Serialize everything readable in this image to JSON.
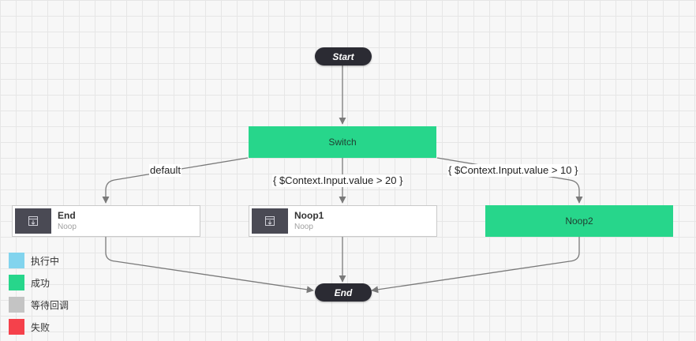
{
  "nodes": {
    "start": {
      "label": "Start"
    },
    "switch": {
      "label": "Switch"
    },
    "end_task": {
      "title": "End",
      "type": "Noop"
    },
    "noop1": {
      "title": "Noop1",
      "type": "Noop"
    },
    "noop2": {
      "label": "Noop2"
    },
    "end": {
      "label": "End"
    }
  },
  "edges": {
    "default_label": "default",
    "cond_20": "{ $Context.Input.value > 20 }",
    "cond_10": "{ $Context.Input.value > 10 }"
  },
  "legend": [
    {
      "label": "执行中",
      "color": "#82d4ee"
    },
    {
      "label": "成功",
      "color": "#27d68b"
    },
    {
      "label": "等待回调",
      "color": "#c4c4c4"
    },
    {
      "label": "失败",
      "color": "#f5414b"
    }
  ],
  "colors": {
    "success": "#27d68b",
    "terminal": "#2b2b33",
    "edge": "#7a7a7a"
  },
  "icons": {
    "task": "task-icon"
  }
}
